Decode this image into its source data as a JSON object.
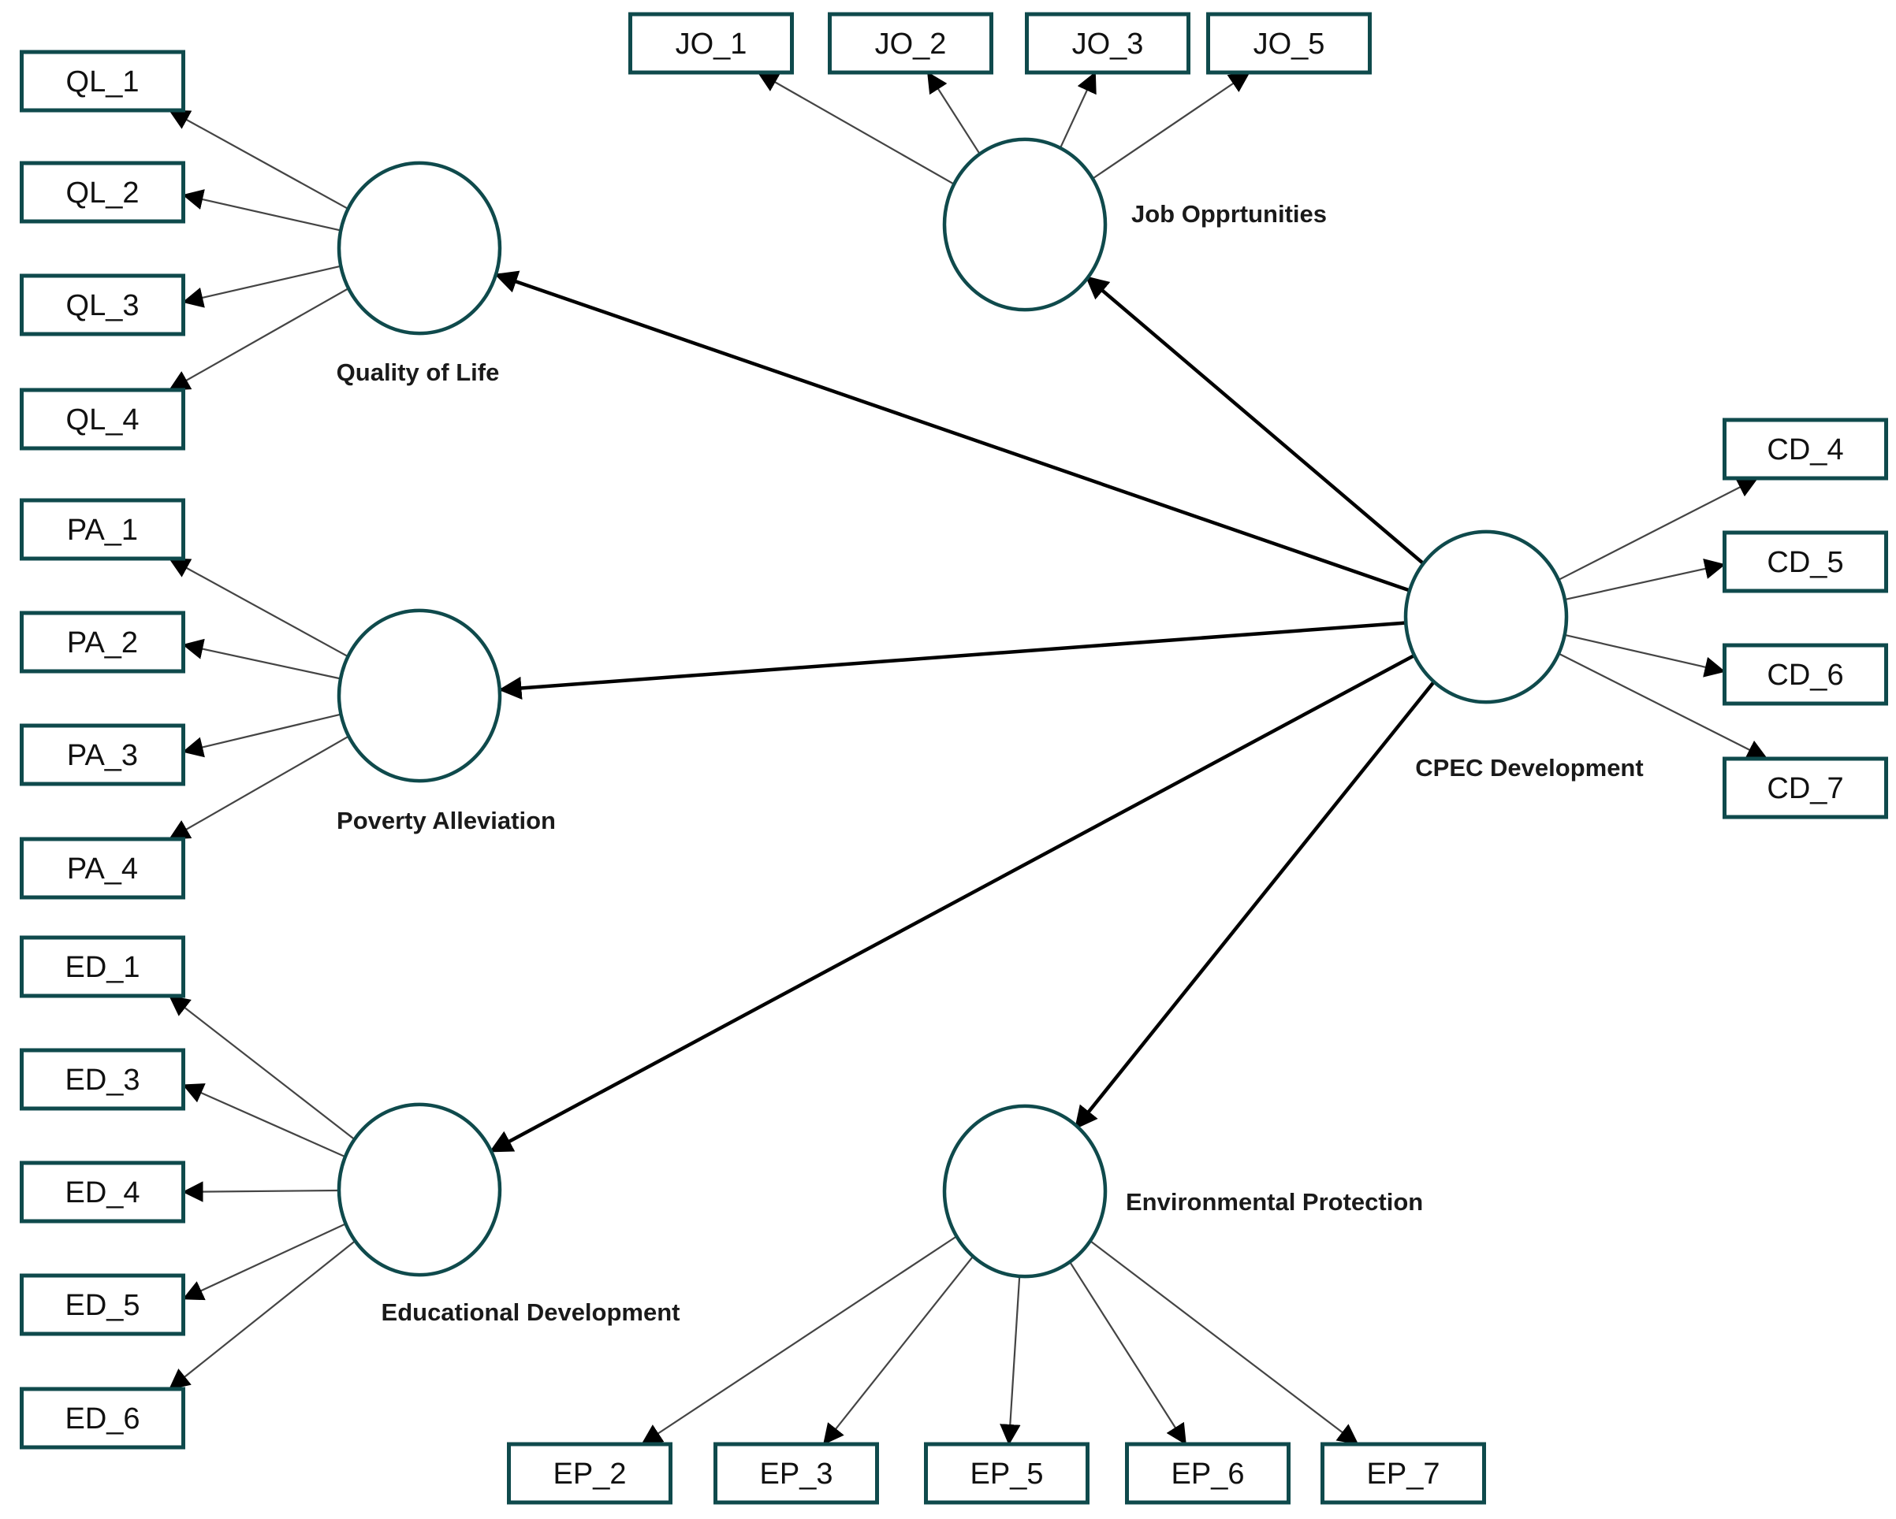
{
  "colors": {
    "outline": "#0f4a4c",
    "loading_arrow": "#444444",
    "path_arrow": "#000000",
    "background": "#ffffff"
  },
  "constructs": [
    {
      "id": "ql",
      "label": "Quality of Life"
    },
    {
      "id": "jo",
      "label": "Job Opprtunities"
    },
    {
      "id": "pa",
      "label": "Poverty Alleviation"
    },
    {
      "id": "ed",
      "label": "Educational Development"
    },
    {
      "id": "ep",
      "label": "Environmental Protection"
    },
    {
      "id": "cd",
      "label": "CPEC Development"
    }
  ],
  "indicators": [
    {
      "id": "QL_1",
      "label": "QL_1",
      "construct": "ql"
    },
    {
      "id": "QL_2",
      "label": "QL_2",
      "construct": "ql"
    },
    {
      "id": "QL_3",
      "label": "QL_3",
      "construct": "ql"
    },
    {
      "id": "QL_4",
      "label": "QL_4",
      "construct": "ql"
    },
    {
      "id": "PA_1",
      "label": "PA_1",
      "construct": "pa"
    },
    {
      "id": "PA_2",
      "label": "PA_2",
      "construct": "pa"
    },
    {
      "id": "PA_3",
      "label": "PA_3",
      "construct": "pa"
    },
    {
      "id": "PA_4",
      "label": "PA_4",
      "construct": "pa"
    },
    {
      "id": "ED_1",
      "label": "ED_1",
      "construct": "ed"
    },
    {
      "id": "ED_3",
      "label": "ED_3",
      "construct": "ed"
    },
    {
      "id": "ED_4",
      "label": "ED_4",
      "construct": "ed"
    },
    {
      "id": "ED_5",
      "label": "ED_5",
      "construct": "ed"
    },
    {
      "id": "ED_6",
      "label": "ED_6",
      "construct": "ed"
    },
    {
      "id": "JO_1",
      "label": "JO_1",
      "construct": "jo"
    },
    {
      "id": "JO_2",
      "label": "JO_2",
      "construct": "jo"
    },
    {
      "id": "JO_3",
      "label": "JO_3",
      "construct": "jo"
    },
    {
      "id": "JO_5",
      "label": "JO_5",
      "construct": "jo"
    },
    {
      "id": "CD_4",
      "label": "CD_4",
      "construct": "cd"
    },
    {
      "id": "CD_5",
      "label": "CD_5",
      "construct": "cd"
    },
    {
      "id": "CD_6",
      "label": "CD_6",
      "construct": "cd"
    },
    {
      "id": "CD_7",
      "label": "CD_7",
      "construct": "cd"
    },
    {
      "id": "EP_2",
      "label": "EP_2",
      "construct": "ep"
    },
    {
      "id": "EP_3",
      "label": "EP_3",
      "construct": "ep"
    },
    {
      "id": "EP_5",
      "label": "EP_5",
      "construct": "ep"
    },
    {
      "id": "EP_6",
      "label": "EP_6",
      "construct": "ep"
    },
    {
      "id": "EP_7",
      "label": "EP_7",
      "construct": "ep"
    }
  ],
  "paths": [
    {
      "from": "cd",
      "to": "ql"
    },
    {
      "from": "cd",
      "to": "jo"
    },
    {
      "from": "cd",
      "to": "pa"
    },
    {
      "from": "cd",
      "to": "ed"
    },
    {
      "from": "cd",
      "to": "ep"
    }
  ]
}
